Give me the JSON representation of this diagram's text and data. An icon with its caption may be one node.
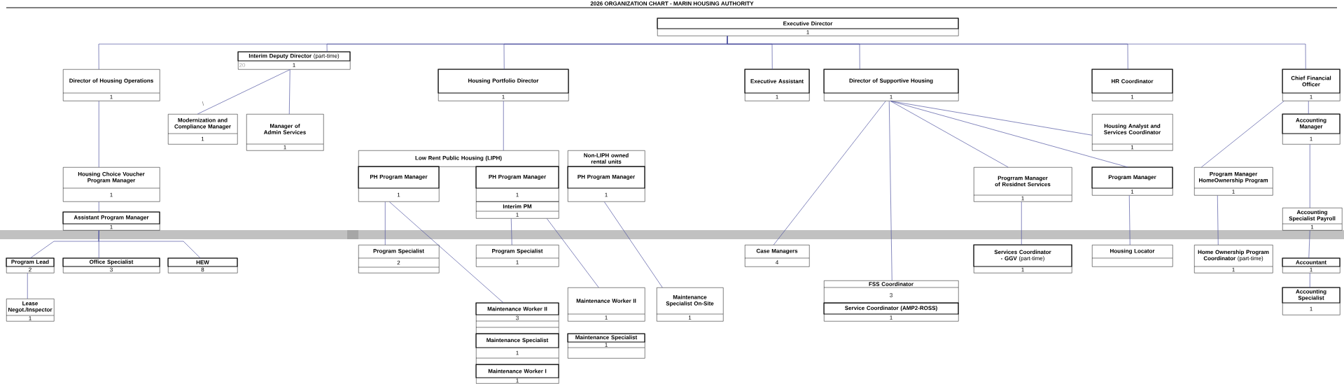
{
  "diagram": {
    "title": "2026 ORGANIZATION CHART - MARIN HOUSING AUTHORITY",
    "nodes": [
      {
        "text": [
          "Executive Director",
          "1"
        ]
      },
      {
        "text": [
          "Director of Housing Operations",
          "1"
        ]
      },
      {
        "text": [
          "**Interim Deputy Director** (part-time)",
          "1"
        ]
      },
      {
        "text": [
          "Modernization and Compliance Manager",
          "1"
        ]
      },
      {
        "text": [
          "Manager of Admin Services",
          "1"
        ]
      },
      {
        "text": [
          "Housing Portfolio Director",
          "1"
        ]
      },
      {
        "text": [
          "Executive Assistant",
          "1"
        ]
      },
      {
        "text": [
          "Director of Supportive Housing",
          "1"
        ]
      },
      {
        "text": [
          "HR Coordinator",
          "1"
        ]
      },
      {
        "text": [
          "Chief Financial Officer",
          "1"
        ]
      },
      {
        "text": [
          "Housing Choice Voucher Program Manager",
          "1"
        ]
      },
      {
        "text": [
          "Assistant Program Manager",
          "1"
        ]
      },
      {
        "text": [
          "Program Lead",
          "2"
        ]
      },
      {
        "text": [
          "Office Specialist",
          "3"
        ]
      },
      {
        "text": [
          "HEW",
          "8"
        ]
      },
      {
        "text": [
          "Lease Negot./Inspector",
          "1"
        ]
      },
      {
        "text": [
          "Low Rent Public Housing (LIPH)"
        ]
      },
      {
        "text": [
          "Non-LIPH owned rental units"
        ]
      },
      {
        "text": [
          "PH Program Manager",
          "1"
        ]
      },
      {
        "text": [
          "PH Program Manager",
          "1"
        ]
      },
      {
        "text": [
          "Interim PM",
          "1"
        ]
      },
      {
        "text": [
          "PH Program Manager",
          "1"
        ]
      },
      {
        "text": [
          "Program Specialist",
          "2"
        ]
      },
      {
        "text": [
          "Program Specialist",
          "1"
        ]
      },
      {
        "text": [
          "Maintenance Worker II",
          "3"
        ]
      },
      {
        "text": [
          "Maintenance Specialist",
          "1"
        ]
      },
      {
        "text": [
          "Maintenance Worker I",
          "1"
        ]
      },
      {
        "text": [
          "Maintenance Worker II",
          "1"
        ]
      },
      {
        "text": [
          "Maintenance Specialist",
          "1"
        ]
      },
      {
        "text": [
          "Maintenance Specialist On-Site",
          "1"
        ]
      },
      {
        "text": [
          "Case Managers",
          "4"
        ]
      },
      {
        "text": [
          "FSS Coordinator",
          "3"
        ]
      },
      {
        "text": [
          "Service Coordinator (AMP2-ROSS)",
          "1"
        ]
      },
      {
        "text": [
          "Housing Analyst and Services Coordinator",
          "1"
        ]
      },
      {
        "text": [
          "Progrram Manager of Residnet Services",
          "1"
        ]
      },
      {
        "text": [
          "Program Manager",
          "1"
        ]
      },
      {
        "text": [
          "Program Manager HomeOwnership Program",
          "1"
        ]
      },
      {
        "text": [
          "Accounting Manager",
          "1"
        ]
      },
      {
        "text": [
          "**Services Coordinator - GGV** (part-time)",
          "1"
        ]
      },
      {
        "text": [
          "Housing Locator"
        ]
      },
      {
        "text": [
          "**Home Ownership Program Coordinator** (part-time)",
          "1"
        ]
      },
      {
        "text": [
          "Accounting Specialist Payroll",
          "1"
        ]
      },
      {
        "text": [
          "Accountant",
          "1"
        ]
      },
      {
        "text": [
          "Accounting Specialist",
          "1"
        ]
      }
    ],
    "edges": [
      {
        "from": 0,
        "to": 1,
        "arrow": "none"
      },
      {
        "from": 0,
        "to": 2,
        "arrow": "none"
      },
      {
        "from": 0,
        "to": 5,
        "arrow": "none"
      },
      {
        "from": 0,
        "to": 6,
        "arrow": "none"
      },
      {
        "from": 0,
        "to": 7,
        "arrow": "none"
      },
      {
        "from": 0,
        "to": 8,
        "arrow": "none"
      },
      {
        "from": 0,
        "to": 9,
        "arrow": "none"
      },
      {
        "from": 2,
        "to": 3,
        "arrow": "none"
      },
      {
        "from": 2,
        "to": 4,
        "arrow": "none"
      },
      {
        "from": 1,
        "to": 10,
        "arrow": "none"
      },
      {
        "from": 10,
        "to": 11,
        "arrow": "none"
      },
      {
        "from": 11,
        "to": 12,
        "arrow": "none"
      },
      {
        "from": 11,
        "to": 13,
        "arrow": "none"
      },
      {
        "from": 11,
        "to": 14,
        "arrow": "none"
      },
      {
        "from": 12,
        "to": 15,
        "arrow": "none"
      },
      {
        "from": 5,
        "to": 16,
        "arrow": "none"
      },
      {
        "from": 18,
        "to": 22,
        "arrow": "none"
      },
      {
        "from": 18,
        "to": 24,
        "arrow": "none"
      },
      {
        "from": 20,
        "to": 23,
        "arrow": "none"
      },
      {
        "from": 20,
        "to": 27,
        "arrow": "none"
      },
      {
        "from": 21,
        "to": 29,
        "arrow": "none"
      },
      {
        "from": 7,
        "to": 30,
        "arrow": "none"
      },
      {
        "from": 7,
        "to": 31,
        "arrow": "none"
      },
      {
        "from": 7,
        "to": 34,
        "arrow": "none"
      },
      {
        "from": 7,
        "to": 35,
        "arrow": "none"
      },
      {
        "from": 7,
        "to": 33,
        "arrow": "none"
      },
      {
        "from": 34,
        "to": 38,
        "arrow": "none"
      },
      {
        "from": 35,
        "to": 39,
        "arrow": "none"
      },
      {
        "from": 36,
        "to": 40,
        "arrow": "none"
      },
      {
        "from": 9,
        "to": 36,
        "arrow": "none"
      },
      {
        "from": 9,
        "to": 37,
        "arrow": "none"
      },
      {
        "from": 37,
        "to": 41,
        "arrow": "none"
      },
      {
        "from": 41,
        "to": 42,
        "arrow": "none"
      },
      {
        "from": 42,
        "to": 43,
        "arrow": "none"
      }
    ],
    "labels": [
      "20",
      "\\"
    ]
  }
}
